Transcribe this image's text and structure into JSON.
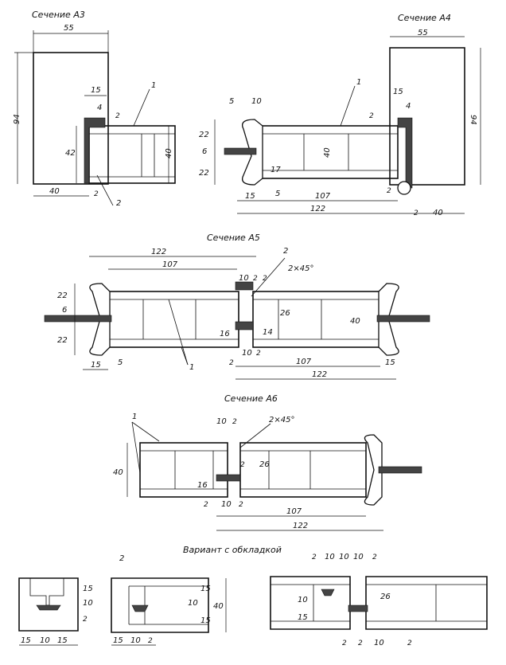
{
  "sections": {
    "a3": {
      "title": "Сечение А3",
      "d55": "55",
      "d94": "94",
      "d15": "15",
      "d4": "4",
      "d2a": "2",
      "d42": "42",
      "d40v": "40",
      "d40h": "40",
      "d2b": "2",
      "leader1": "1",
      "leader2": "2"
    },
    "a4": {
      "title": "Сечение А4",
      "d55": "55",
      "d94": "94",
      "d15r": "15",
      "d4": "4",
      "d2r": "2",
      "d5": "5",
      "d10": "10",
      "d22a": "22",
      "d6": "6",
      "d22b": "22",
      "d17": "17",
      "d40v": "40",
      "d15": "15",
      "d5b": "5",
      "d107": "107",
      "d2c": "2",
      "d122": "122",
      "d2d": "2",
      "d40h": "40",
      "leader1": "1"
    },
    "a5": {
      "title": "Сечение А5",
      "d122": "122",
      "d107": "107",
      "d2x45": "2×45°",
      "leader2": "2",
      "d10": "10",
      "d2a": "2",
      "d2b": "2",
      "d22a": "22",
      "d6": "6",
      "d22b": "22",
      "d16": "16",
      "d14": "14",
      "d26": "26",
      "d40v": "40",
      "d15l": "15",
      "d5": "5",
      "d2c": "2",
      "d10b": "10",
      "d2d": "2",
      "d107b": "107",
      "d15r": "15",
      "d122b": "122",
      "leader1": "1"
    },
    "a6": {
      "title": "Сечение А6",
      "leader1": "1",
      "d10": "10",
      "d2": "2",
      "d2x45": "2×45°",
      "d40v": "40",
      "d16": "16",
      "d2b": "2",
      "d26": "26",
      "d2c": "2",
      "d10b": "10",
      "d2d": "2",
      "d107": "107",
      "d122": "122"
    },
    "variant": {
      "title": "Вариант с обкладкой",
      "left": {
        "d15a": "15",
        "d10a": "10",
        "d2": "2",
        "d15b": "15",
        "d10b": "10",
        "d15c": "15"
      },
      "mid": {
        "d2top": "2",
        "d15a": "15",
        "d10": "10",
        "d15b": "15",
        "d40": "40",
        "d15c": "15",
        "d10b": "10",
        "d2b": "2"
      },
      "right": {
        "t2a": "2",
        "t10a": "10",
        "t10b": "10",
        "t10c": "10",
        "t2b": "2",
        "d10v": "10",
        "d15v": "15",
        "d26": "26",
        "b2a": "2",
        "b2b": "2",
        "b10": "10",
        "b2c": "2"
      }
    }
  }
}
